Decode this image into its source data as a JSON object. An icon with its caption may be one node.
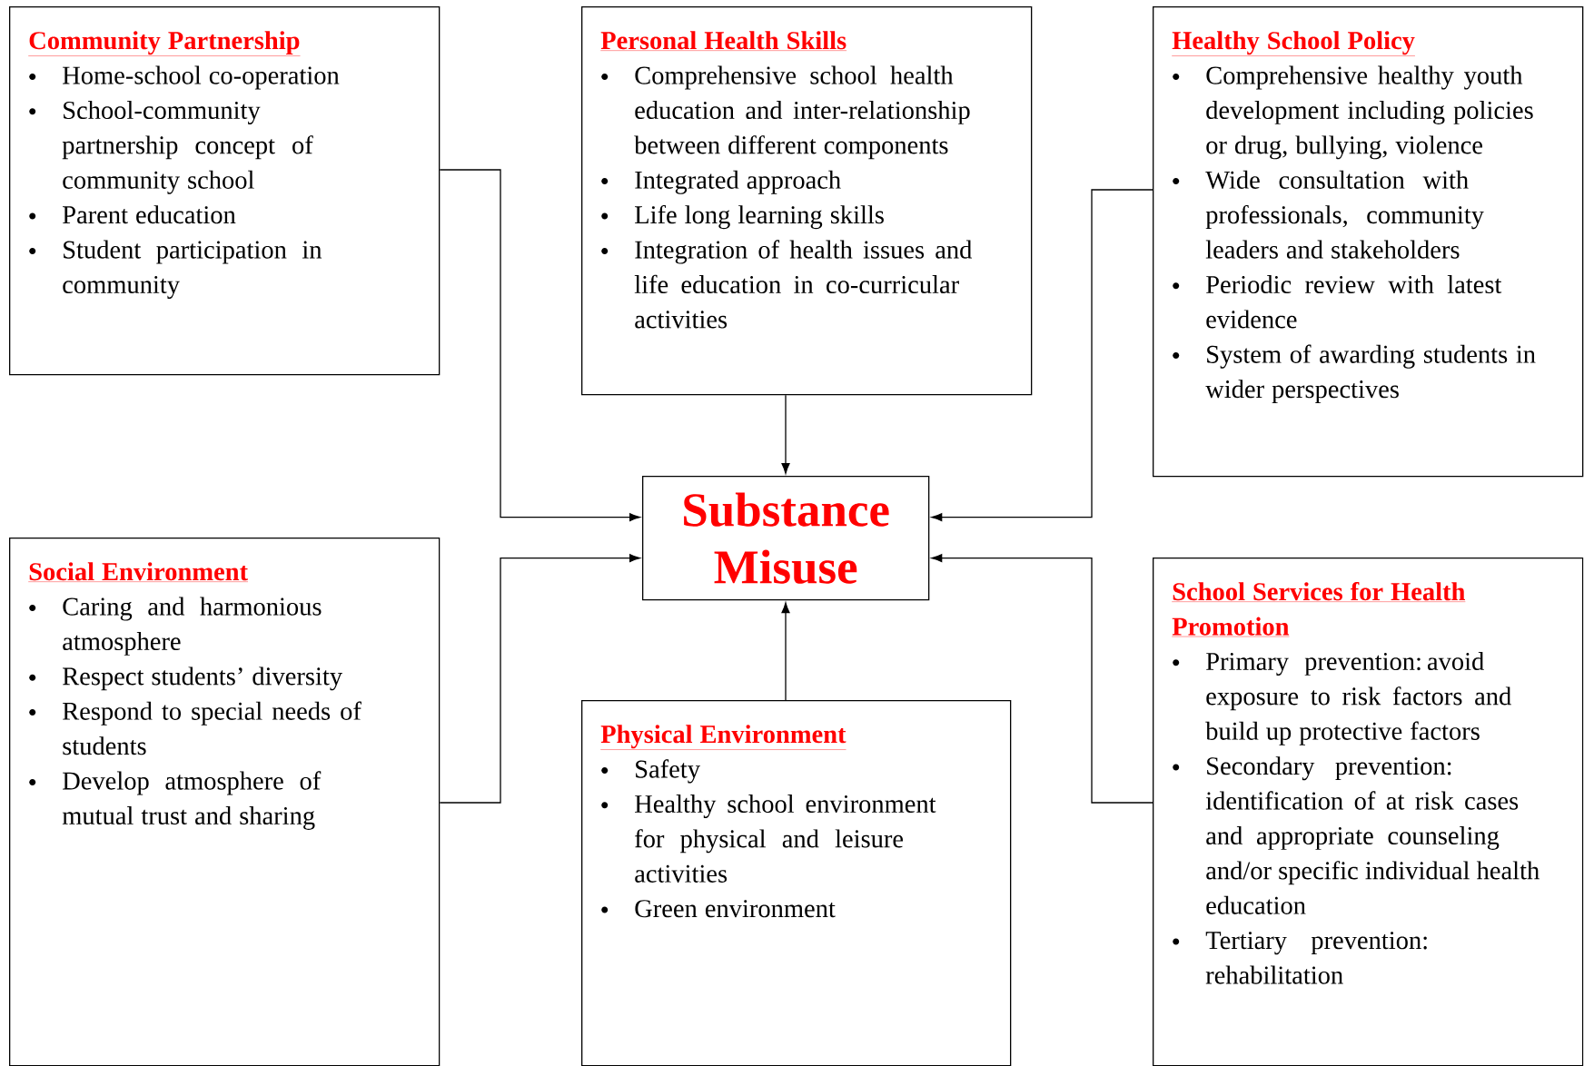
{
  "diagram": {
    "nodes": [
      {
        "text": [
          "Community Partnership",
          "Home-school co-operation",
          "School-community partnership concept of community school",
          "Parent education",
          "Student participation in community"
        ]
      },
      {
        "text": [
          "Personal Health Skills",
          "Comprehensive school health education and inter-relationship between different components",
          "Integrated approach",
          "Life long learning skills",
          "Integration of health issues and life education in co-curricular activities"
        ]
      },
      {
        "text": [
          "Healthy School Policy",
          "Comprehensive healthy youth development including policies or drug, bullying, violence",
          "Wide consultation with professionals, community leaders and stakeholders",
          "Periodic review with latest evidence",
          "System of awarding students in wider perspectives"
        ]
      },
      {
        "text": [
          "Substance Misuse"
        ]
      },
      {
        "text": [
          "Social Environment",
          "Caring and harmonious atmosphere",
          "Respect students’ diversity",
          "Respond to special needs of students",
          "Develop atmosphere of mutual trust and sharing"
        ]
      },
      {
        "text": [
          "Physical Environment",
          "Safety",
          "Healthy school environment for physical and leisure activities",
          "Green environment"
        ]
      },
      {
        "text": [
          "School Services for Health Promotion",
          "Primary prevention: avoid exposure to risk factors and build up protective factors",
          "Secondary prevention: identification of at risk cases and appropriate counseling and/or specific individual health education",
          "Tertiary prevention: rehabilitation"
        ]
      }
    ],
    "edges": [
      {
        "from": 0,
        "to": 3,
        "arrow": "to"
      },
      {
        "from": 1,
        "to": 3,
        "arrow": "to"
      },
      {
        "from": 2,
        "to": 3,
        "arrow": "to"
      },
      {
        "from": 4,
        "to": 3,
        "arrow": "to"
      },
      {
        "from": 5,
        "to": 3,
        "arrow": "to"
      },
      {
        "from": 6,
        "to": 3,
        "arrow": "to"
      }
    ]
  }
}
